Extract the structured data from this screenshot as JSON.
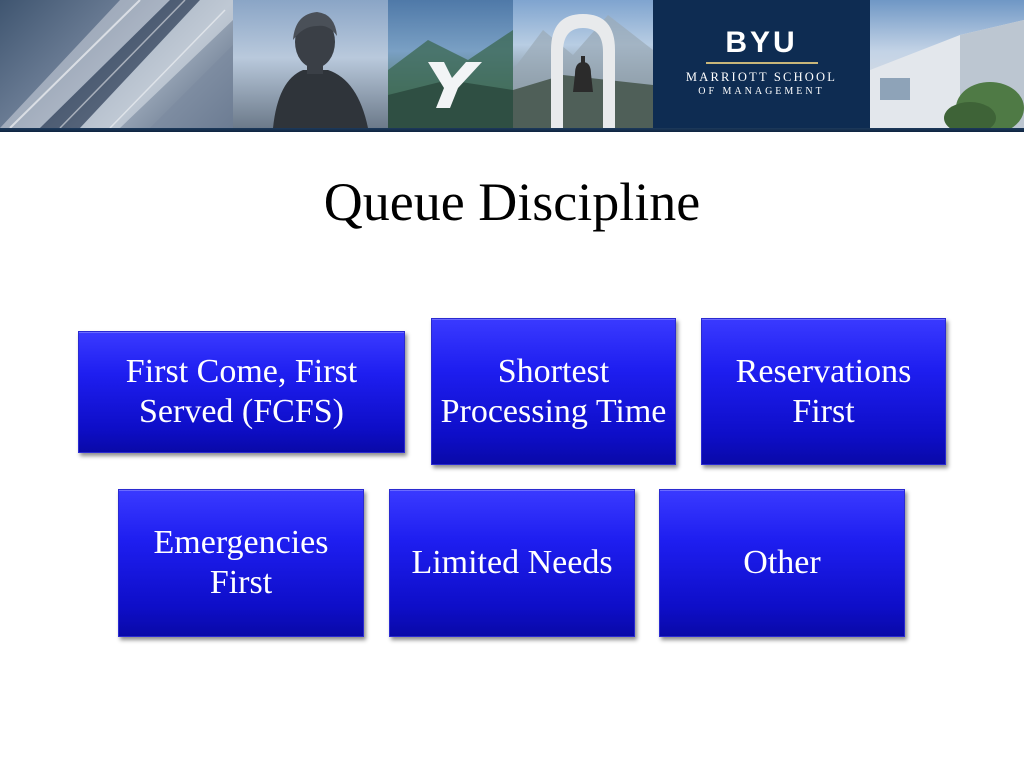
{
  "header": {
    "logo": {
      "brand": "BYU",
      "line1": "MARRIOTT SCHOOL",
      "line2": "OF MANAGEMENT"
    },
    "colors": {
      "banner_navy": "#0e2c52",
      "logo_rule_gold": "#c8b67a"
    }
  },
  "slide": {
    "title": "Queue Discipline",
    "boxes": [
      {
        "label": "First Come, First Served (FCFS)"
      },
      {
        "label": "Shortest Processing Time"
      },
      {
        "label": "Reservations First"
      },
      {
        "label": "Emergencies First"
      },
      {
        "label": "Limited Needs"
      },
      {
        "label": "Other"
      }
    ],
    "colors": {
      "box_fill": "#1e1ef0",
      "box_text": "#ffffff",
      "title_text": "#000000",
      "background": "#ffffff"
    }
  }
}
